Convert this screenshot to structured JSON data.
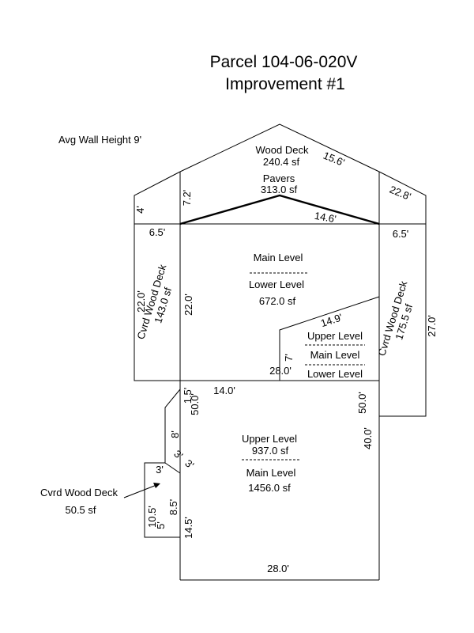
{
  "title": {
    "line1": "Parcel 104-06-020V",
    "line2": "Improvement #1"
  },
  "note": "Avg Wall Height 9'",
  "areas": {
    "wood_deck": {
      "name": "Wood Deck",
      "area": "240.4 sf"
    },
    "pavers": {
      "name": "Pavers",
      "area": "313.0 sf"
    },
    "main_section": {
      "upper": "Main Level",
      "lower": "Lower Level",
      "area": "672.0 sf"
    },
    "left_deck": {
      "name": "Cvrd Wood Deck",
      "area": "143.0 sf"
    },
    "right_deck": {
      "name": "Cvrd Wood Deck",
      "area": "175.5 sf"
    },
    "inset": {
      "level1": "Upper Level",
      "level2": "Main Level",
      "level3": "Lower Level"
    },
    "lower_section": {
      "upper": "Upper Level",
      "upper_area": "937.0 sf",
      "lower": "Main Level",
      "lower_area": "1456.0 sf"
    },
    "small_deck": {
      "name": "Cvrd Wood Deck",
      "area": "50.5 sf"
    }
  },
  "dimensions": {
    "deck_roof_right": "15.6'",
    "right_wing_slope": "22.8'",
    "left_wing_upper": "7.2'",
    "left_wing_lower": "4'",
    "pavers_right": "14.6'",
    "left_top": "6.5'",
    "right_top": "6.5'",
    "left_deck_side": "22.0'",
    "main_left_side": "22.0'",
    "inset_slope": "14.9'",
    "inset_side": "7'",
    "inset_bottom": "28.0'",
    "right_deck_side": "27.0'",
    "jog_short": "1.5'",
    "mid_width": "14.0'",
    "lower_left_upper": "50.0'",
    "lower_right_upper": "50.0'",
    "lower_right_side": "40.0'",
    "diag_8": "8'",
    "diag_3a": "3'",
    "diag_3b": "3'",
    "small_top": "3'",
    "small_10_5": "10.5'",
    "small_8_5": "8.5'",
    "small_5": "5'",
    "lower_left_14_5": "14.5'",
    "bottom_width": "28.0'"
  }
}
